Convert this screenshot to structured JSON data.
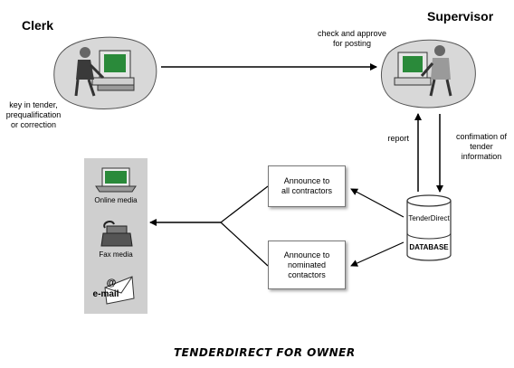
{
  "diagram": {
    "clerk": {
      "title": "Clerk",
      "note_lines": [
        "key in tender,",
        "prequalification",
        "or correction"
      ]
    },
    "supervisor": {
      "title": "Supervisor",
      "note_lines": [
        "check and approve",
        "for posting"
      ]
    },
    "edges": {
      "report": "report",
      "confirmation_lines": [
        "confimation of",
        "tender",
        "information"
      ]
    },
    "boxes": {
      "announce_all_lines": [
        "Announce to",
        "all contractors"
      ],
      "announce_nominated_lines": [
        "Announce to",
        "nominated",
        "contactors"
      ]
    },
    "database": {
      "name": "TenderDirect",
      "label": "DATABASE"
    },
    "media": {
      "online": "Online media",
      "fax": "Fax media",
      "email": "e-mail",
      "at_symbol": "@"
    },
    "footer": "TENDERDIRECT FOR OWNER"
  },
  "colors": {
    "blob": "#d8d8d8",
    "panel": "#cfcfcf",
    "screen": "#2a8a3a"
  },
  "icons": [
    "person-at-computer-icon",
    "database-cylinder-icon",
    "laptop-icon",
    "fax-machine-icon",
    "email-envelope-icon"
  ]
}
